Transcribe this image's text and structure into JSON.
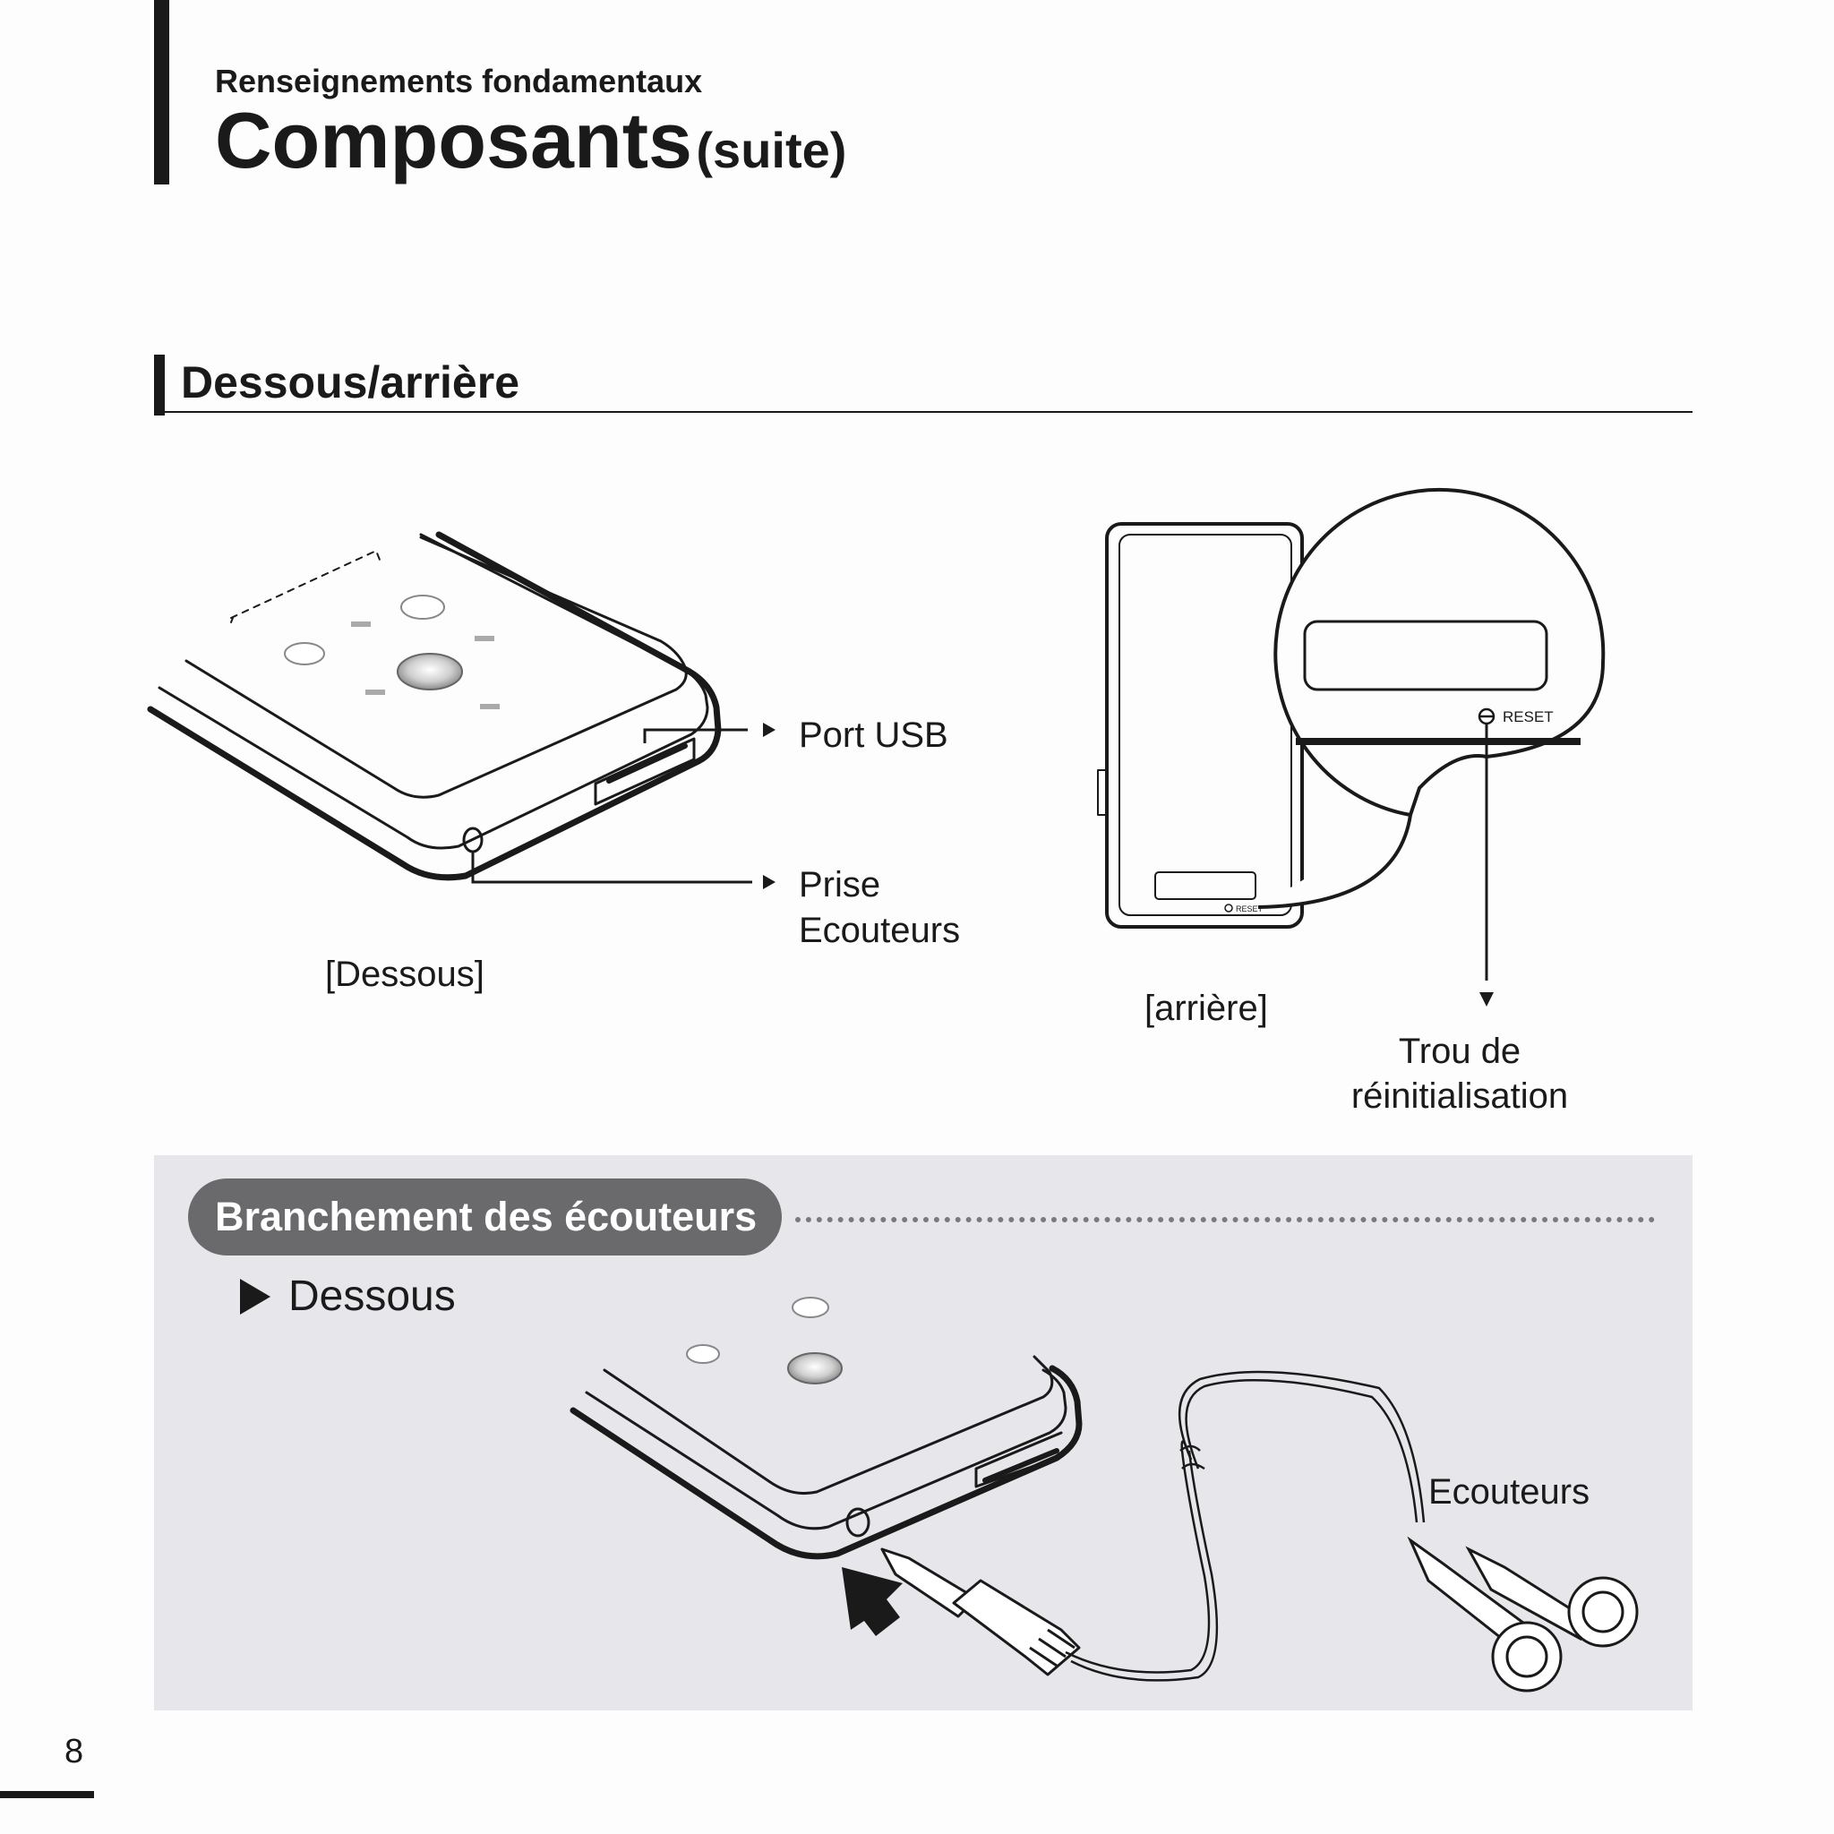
{
  "header": {
    "eyebrow": "Renseignements fondamentaux",
    "title": "Composants",
    "title_suffix": "(suite)"
  },
  "section": {
    "title": "Dessous/arrière"
  },
  "figure_bottom": {
    "callout_usb": "Port USB",
    "callout_jack_line1": "Prise",
    "callout_jack_line2": "Ecouteurs",
    "caption": "[Dessous]"
  },
  "figure_back": {
    "reset_small": "RESET",
    "reset_zoom": "RESET",
    "caption": "[arrière]",
    "callout_line1": "Trou de",
    "callout_line2": "réinitialisation"
  },
  "earphones_panel": {
    "pill_title": "Branchement des écouteurs",
    "bullet": "Dessous",
    "callout": "Ecouteurs"
  },
  "footer": {
    "page_number": "8"
  },
  "colors": {
    "ink": "#1a1a1a",
    "panel": "#e7e6ea",
    "pill": "#6a6a6c"
  }
}
